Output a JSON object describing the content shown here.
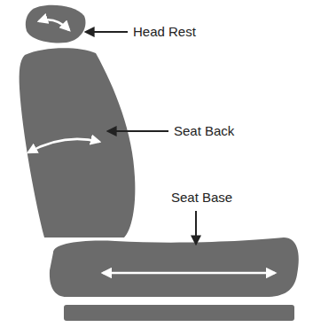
{
  "diagram": {
    "labels": [
      "Head Rest",
      "Seat Back",
      "Seat Base"
    ]
  }
}
